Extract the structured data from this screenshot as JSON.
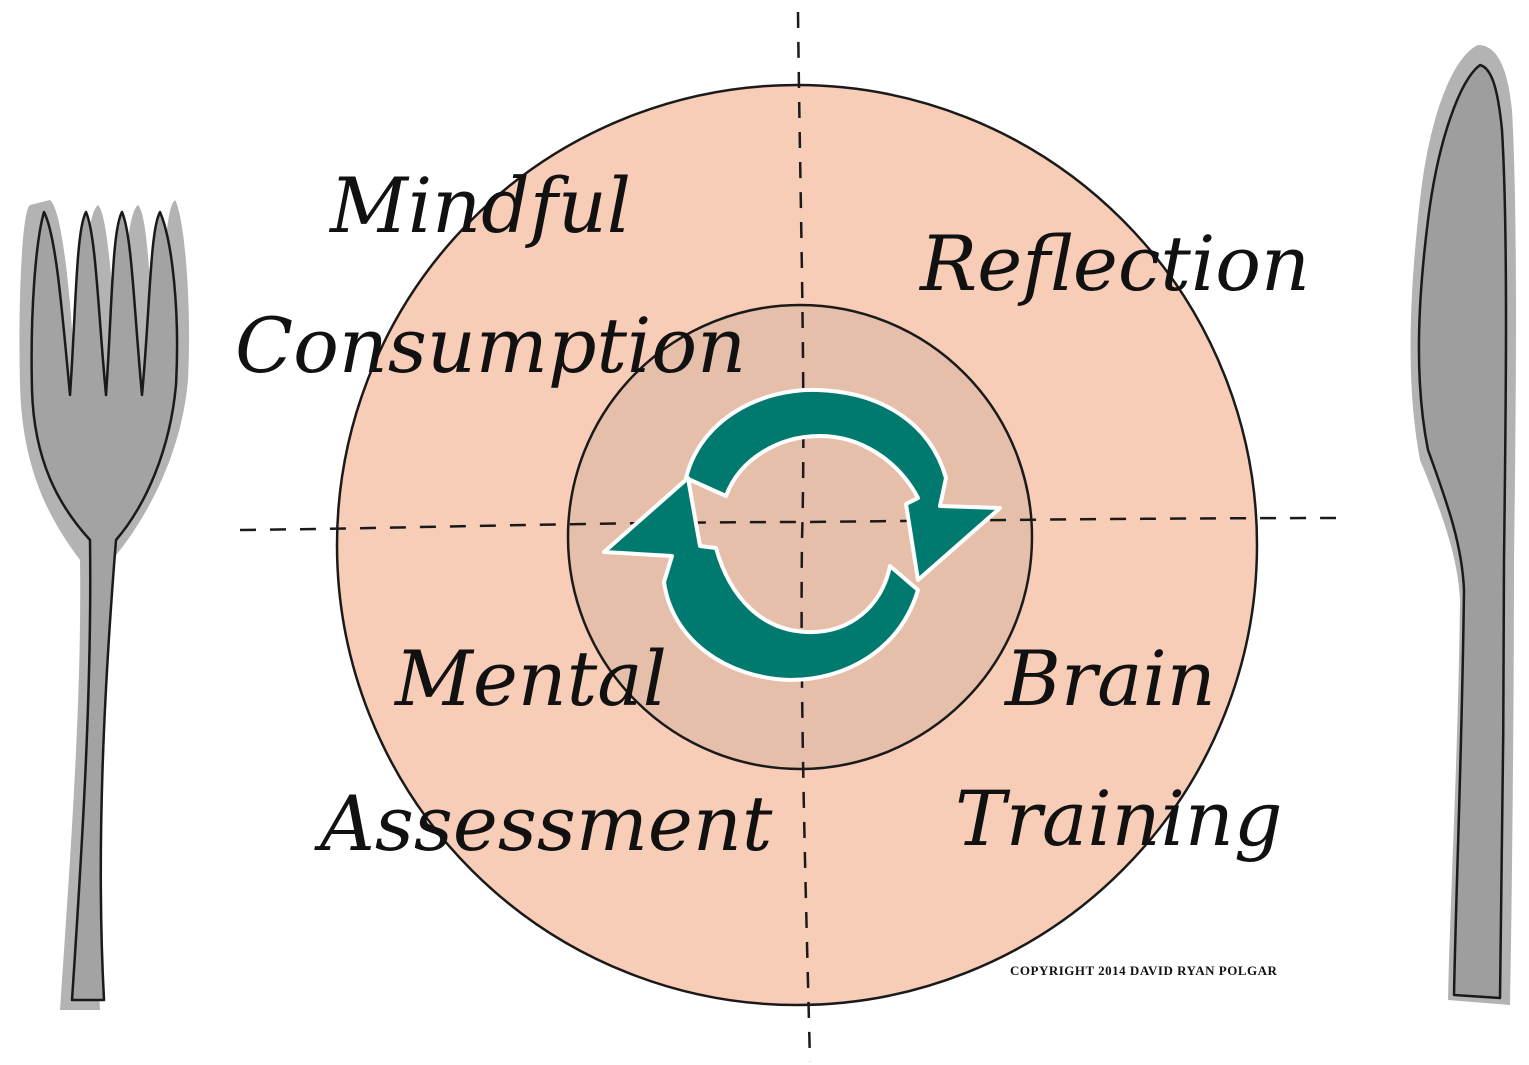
{
  "labels": {
    "top_left_line1": "Mindful",
    "top_left_line2": "Consumption",
    "top_right": "Reflection",
    "bottom_left_line1": "Mental",
    "bottom_left_line2": "Assessment",
    "bottom_right_line1": "Brain",
    "bottom_right_line2": "Training"
  },
  "copyright": "COPYRIGHT 2014 DAVID RYAN POLGAR",
  "icons": {
    "left": "fork-icon",
    "right": "knife-icon",
    "center": "cycle-arrows-icon"
  },
  "colors": {
    "plate_outer": "#F8CDB8",
    "plate_inner": "#E6BFAB",
    "cycle_arrows": "#007A6E",
    "utensil_shadow": "#B3B3B3",
    "utensil_fill": "#9E9E9E",
    "outline": "#1A1A1A"
  }
}
